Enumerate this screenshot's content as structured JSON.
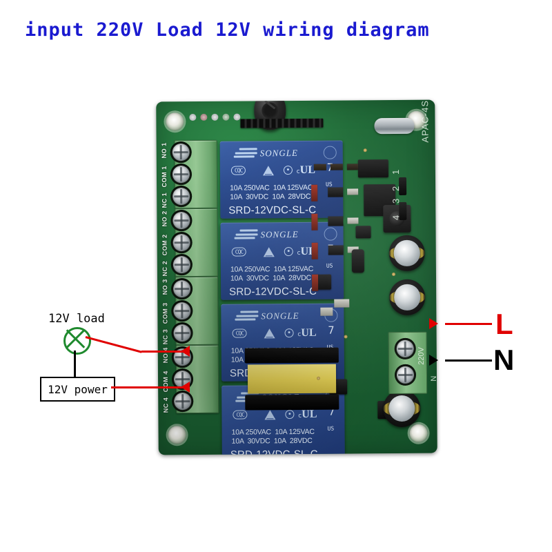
{
  "title": "input 220V Load 12V wiring diagram",
  "board": {
    "silkscreen_model": "APAC-4S",
    "jumper_labels": [
      "1",
      "2",
      "3",
      "4"
    ],
    "ac_input_labels": [
      "220V",
      "N"
    ],
    "terminals": [
      {
        "label": "NO 1"
      },
      {
        "label": "COM 1"
      },
      {
        "label": "NC 1"
      },
      {
        "label": "NO 2"
      },
      {
        "label": "COM 2"
      },
      {
        "label": "NC 2"
      },
      {
        "label": "NO 3"
      },
      {
        "label": "COM 3"
      },
      {
        "label": "NC 3"
      },
      {
        "label": "NO 4"
      },
      {
        "label": "COM 4"
      },
      {
        "label": "NC 4"
      }
    ],
    "relays": [
      {
        "brand": "SONGLE",
        "cert_cqc": "CQC",
        "rating_line1": "10A 250VAC  10A 125VAC",
        "rating_line2": "10A  30VDC  10A  28VDC",
        "part_number": "SRD-12VDC-SL-C",
        "ul_file": "7",
        "ul_region": "US"
      },
      {
        "brand": "SONGLE",
        "cert_cqc": "CQC",
        "rating_line1": "10A 250VAC  10A 125VAC",
        "rating_line2": "10A  30VDC  10A  28VDC",
        "part_number": "SRD-12VDC-SL-C",
        "ul_file": "7",
        "ul_region": "US"
      },
      {
        "brand": "SONGLE",
        "cert_cqc": "CQC",
        "rating_line1": "10A 250VAC  10A 125VAC",
        "rating_line2": "10A  30VDC  10A  28VDC",
        "part_number": "SRD-12VDC-SL-C",
        "ul_file": "7",
        "ul_region": "US"
      },
      {
        "brand": "SONGLE",
        "cert_cqc": "CQC",
        "rating_line1": "10A 250VAC  10A 125VAC",
        "rating_line2": "10A  30VDC  10A  28VDC",
        "part_number": "SRD-12VDC-SL-C",
        "ul_file": "7",
        "ul_region": "US"
      }
    ]
  },
  "annotations": {
    "load_label": "12V load",
    "power_label": "12V power",
    "live_label": "L",
    "neutral_label": "N"
  },
  "colors": {
    "title_blue": "#1a1ad0",
    "wire_red": "#e00000",
    "wire_black": "#000000",
    "lamp_green": "#1f8a2e",
    "pcb_green": "#1f6b37",
    "relay_blue": "#2e4e92"
  }
}
